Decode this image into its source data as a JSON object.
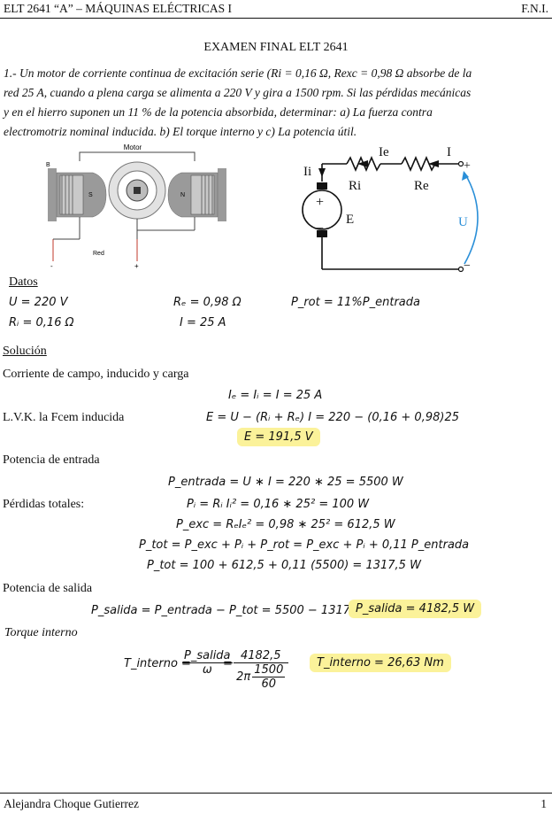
{
  "header": {
    "left": "ELT 2641 “A” – MÁQUINAS ELÉCTRICAS I",
    "right": "F.N.I."
  },
  "exam_title": "EXAMEN FINAL ELT 2641",
  "problem": {
    "line1": "1.- Un motor de corriente continua de excitación serie (Ri = 0,16 Ω, Rexc = 0,98 Ω absorbe de la",
    "line2": "red 25 A, cuando a plena carga se alimenta a 220 V y gira a 1500 rpm. Si las pérdidas mecánicas",
    "line3": "y en el hierro suponen un 11 % de la potencia absorbida, determinar: a) La fuerza contra",
    "line4": "electromotriz nominal inducida. b) El torque interno y c) La potencia útil."
  },
  "motor_figure": {
    "title": "Motor",
    "label_b": "B",
    "label_s": "S",
    "label_n": "N",
    "label_red": "Red",
    "label_minus": "-",
    "label_plus": "+"
  },
  "circuit": {
    "label_ii": "Ii",
    "label_ie": "Ie",
    "label_i": "I",
    "label_ri": "Ri",
    "label_re": "Re",
    "label_e": "E",
    "label_u": "U",
    "plus": "+",
    "minus": "−",
    "plus_term": "+",
    "minus_term": "−",
    "u_color": "#2a8fd8"
  },
  "datos": {
    "heading": "Datos",
    "u": "U = 220 V",
    "re": "Rₑ = 0,98 Ω",
    "prot": "P_rot = 11%P_entrada",
    "ri": "Rᵢ = 0,16 Ω",
    "i": "I = 25 A"
  },
  "solucion": {
    "heading": "Solución",
    "corriente_label": "Corriente de campo, inducido y carga",
    "corriente_eq": "Iₑ = Iᵢ = I = 25 A",
    "lvk_label": "L.V.K.  la Fcem inducida",
    "lvk_eq": "E = U − (Rᵢ + Rₑ) I = 220 − (0,16 + 0,98)25",
    "e_result": "E = 191,5 V",
    "pent_label": "Potencia de entrada",
    "pent_eq": "P_entrada = U ∗ I = 220 ∗ 25 = 5500 W",
    "perd_label": "Pérdidas totales:",
    "pi_eq": "Pᵢ = Rᵢ Iᵢ² = 0,16 ∗ 25² = 100 W",
    "pexc_eq": "P_exc = RₑIₑ² = 0,98 ∗ 25² = 612,5 W",
    "ptot_eq1": "P_tot = P_exc + Pᵢ + P_rot = P_exc + Pᵢ + 0,11 P_entrada",
    "ptot_eq2": "P_tot = 100 + 612,5 + 0,11 (5500) = 1317,5 W",
    "psal_label": "Potencia de salida",
    "psal_eq": "P_salida = P_entrada − P_tot = 5500 − 1317,5",
    "psal_result": "P_salida = 4182,5 W",
    "torque_label": "Torque interno",
    "t_lhs": "T_interno =",
    "t_frac1_num": "P_salida",
    "t_frac1_den": "ω",
    "t_eq": "=",
    "t_frac2_num": "4182,5",
    "t_frac2_den_prefix": "2π",
    "t_frac2_den_num": "1500",
    "t_frac2_den_den": "60",
    "t_result": "T_interno = 26,63 Nm"
  },
  "footer": {
    "author": "Alejandra Choque Gutierrez",
    "page": "1"
  },
  "colors": {
    "highlight": "#fbf29a",
    "ink": "#111111",
    "motor_metal": "#9a9a9a",
    "motor_coil": "#c9c9c9"
  }
}
